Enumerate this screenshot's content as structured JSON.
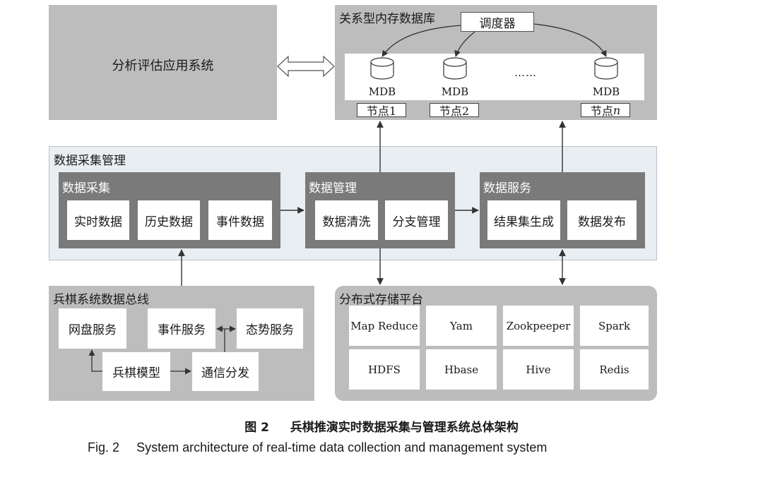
{
  "analysis_system": {
    "label": "分析评估应用系统"
  },
  "memory_db": {
    "title": "关系型内存数据库",
    "scheduler": "调度器",
    "ellipsis": "……",
    "nodes": [
      {
        "db": "MDB",
        "label": "节点1"
      },
      {
        "db": "MDB",
        "label": "节点2"
      },
      {
        "db": "MDB",
        "label_prefix": "节点",
        "label_italic": "n"
      }
    ]
  },
  "collection_mgmt": {
    "title": "数据采集管理",
    "collection": {
      "title": "数据采集",
      "items": [
        "实时数据",
        "历史数据",
        "事件数据"
      ]
    },
    "management": {
      "title": "数据管理",
      "items": [
        "数据清洗",
        "分支管理"
      ]
    },
    "service": {
      "title": "数据服务",
      "items": [
        "结果集生成",
        "数据发布"
      ]
    }
  },
  "wargame_bus": {
    "title": "兵棋系统数据总线",
    "items": {
      "netdisk": "网盘服务",
      "event_service": "事件服务",
      "situation_service": "态势服务",
      "wargame_model": "兵棋模型",
      "comm_dispatch": "通信分发"
    }
  },
  "storage": {
    "title": "分布式存储平台",
    "row1": [
      "Map Reduce",
      "Yam",
      "Zookpeeper",
      "Spark"
    ],
    "row2": [
      "HDFS",
      "Hbase",
      "Hive",
      "Redis"
    ]
  },
  "caption": {
    "cn_label": "图 2",
    "cn_text": "兵棋推演实时数据采集与管理系统总体架构",
    "en_label": "Fig. 2",
    "en_text": "System architecture of real-time data collection and management system"
  },
  "colors": {
    "panel_gray": "#bdbdbd",
    "panel_dark": "#7a7a7a",
    "panel_light": "#e9eef2",
    "arrow": "#333333"
  }
}
